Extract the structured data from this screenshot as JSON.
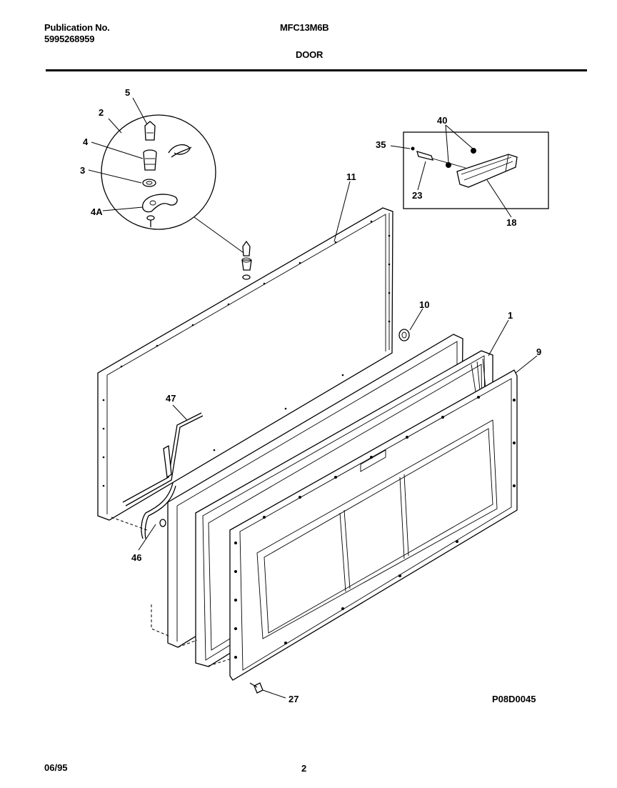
{
  "header": {
    "pub_label": "Publication No.",
    "pub_number": "5995268959",
    "model": "MFC13M6B",
    "section": "DOOR"
  },
  "diagram": {
    "drawing_code": "P08D0045",
    "callouts": [
      "5",
      "2",
      "4",
      "3",
      "4A",
      "11",
      "40",
      "35",
      "23",
      "18",
      "10",
      "1",
      "9",
      "47",
      "46",
      "27"
    ]
  },
  "footer": {
    "date": "06/95",
    "page": "2"
  }
}
